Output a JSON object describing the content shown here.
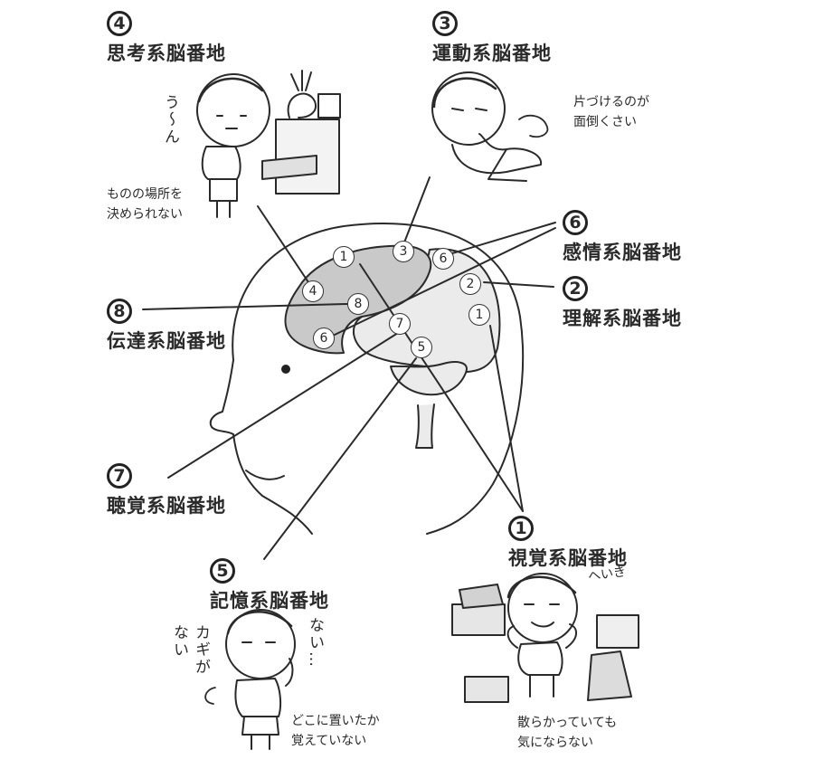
{
  "regions": {
    "r4": {
      "number": "4",
      "title": "思考系脳番地",
      "note": [
        "ものの場所を",
        "決められない"
      ],
      "exclaim": "う〜ん"
    },
    "r3": {
      "number": "3",
      "title": "運動系脳番地",
      "note": [
        "片づけるのが",
        "面倒くさい"
      ]
    },
    "r6": {
      "number": "6",
      "title": "感情系脳番地"
    },
    "r2": {
      "number": "2",
      "title": "理解系脳番地"
    },
    "r8": {
      "number": "8",
      "title": "伝達系脳番地"
    },
    "r7": {
      "number": "7",
      "title": "聴覚系脳番地"
    },
    "r5": {
      "number": "5",
      "title": "記憶系脳番地",
      "note": [
        "どこに置いたか",
        "覚えていない"
      ],
      "exclaim_left_1": "カギが",
      "exclaim_left_2": "ない",
      "exclaim_right": "ない…"
    },
    "r1": {
      "number": "1",
      "title": "視覚系脳番地",
      "note": [
        "散らかっていても",
        "気にならない"
      ],
      "exclaim": "へいき"
    }
  },
  "brain_markers": {
    "m1a": "1",
    "m3": "3",
    "m6a": "6",
    "m4": "4",
    "m8": "8",
    "m6b": "6",
    "m7": "7",
    "m5": "5",
    "m2": "2",
    "m1b": "1"
  }
}
